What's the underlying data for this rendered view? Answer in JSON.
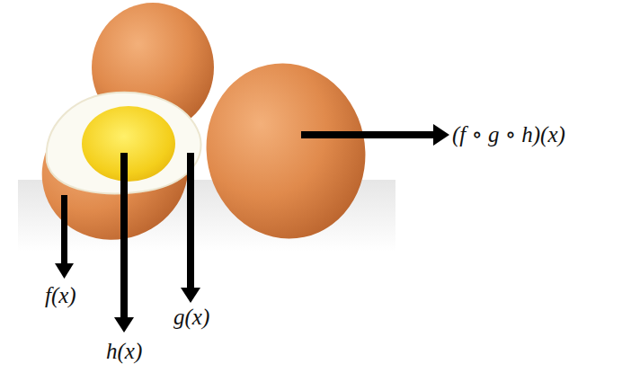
{
  "diagram": {
    "labels": [
      "(f ∘ g ∘ h)(x)",
      "f(x)",
      "h(x)",
      "g(x)"
    ]
  }
}
